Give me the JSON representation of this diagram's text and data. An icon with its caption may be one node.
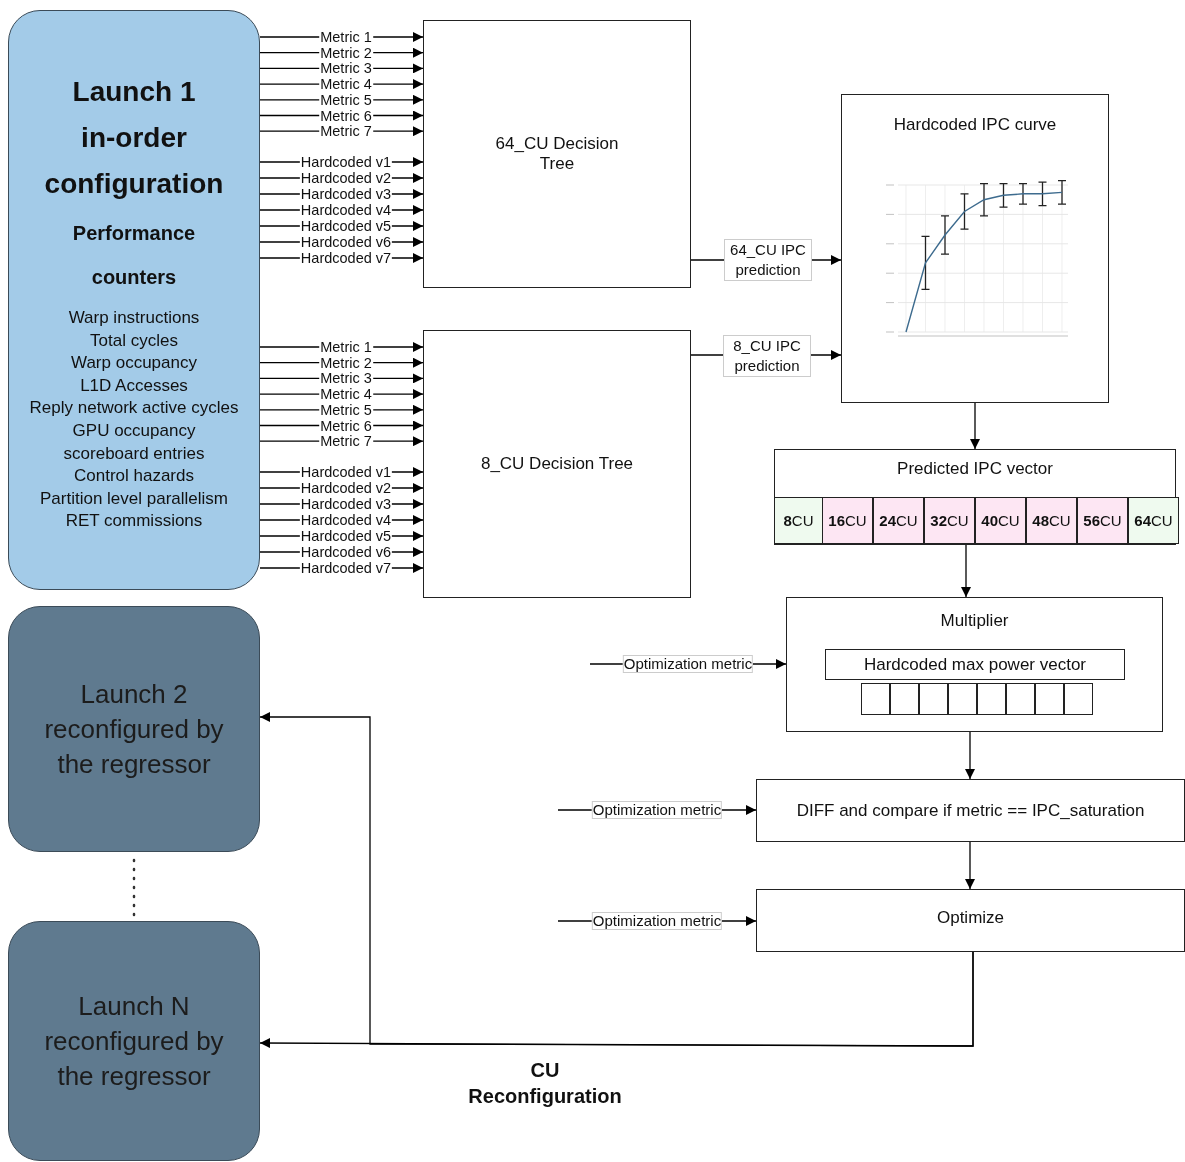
{
  "diagram": {
    "nodes": [
      {
        "text": [
          "Launch 1 in-order configuration",
          "Performance counters",
          "Warp instructions",
          "Total cycles",
          "Warp occupancy",
          "L1D Accesses",
          "Reply network active cycles",
          "GPU occupancy",
          "scoreboard entries",
          "Control hazards",
          "Partition level parallelism",
          "RET commissions"
        ]
      },
      {
        "text": [
          "Launch 2 reconfigured by the regressor"
        ]
      },
      {
        "text": [
          "Launch N reconfigured by the regressor"
        ]
      },
      {
        "text": [
          "64_CU Decision Tree"
        ]
      },
      {
        "text": [
          "8_CU Decision Tree"
        ]
      },
      {
        "text": [
          "Hardcoded IPC curve"
        ]
      },
      {
        "text": [],
        "shape": "picture",
        "in": 5
      },
      {
        "text": [
          "Predicted IPC vector"
        ]
      },
      {
        "text": [
          "**8**CU"
        ],
        "in": 7
      },
      {
        "text": [
          "**16**CU"
        ],
        "in": 7
      },
      {
        "text": [
          "**24**CU"
        ],
        "in": 7
      },
      {
        "text": [
          "**32**CU"
        ],
        "in": 7
      },
      {
        "text": [
          "**40**CU"
        ],
        "in": 7
      },
      {
        "text": [
          "**48**CU"
        ],
        "in": 7
      },
      {
        "text": [
          "**56**CU"
        ],
        "in": 7
      },
      {
        "text": [
          "**64**CU"
        ],
        "in": 7
      },
      {
        "text": [
          "Multiplier"
        ]
      },
      {
        "text": [
          "Hardcoded max power vector"
        ],
        "in": 16
      },
      {
        "text": [],
        "shape": "box",
        "in": 16
      },
      {
        "text": [],
        "shape": "box",
        "in": 16
      },
      {
        "text": [],
        "shape": "box",
        "in": 16
      },
      {
        "text": [],
        "shape": "box",
        "in": 16
      },
      {
        "text": [],
        "shape": "box",
        "in": 16
      },
      {
        "text": [],
        "shape": "box",
        "in": 16
      },
      {
        "text": [],
        "shape": "box",
        "in": 16
      },
      {
        "text": [],
        "shape": "box",
        "in": 16
      },
      {
        "text": [
          "DIFF and compare if metric == IPC_saturation"
        ]
      },
      {
        "text": [
          "Optimize"
        ]
      }
    ],
    "edges": [
      {
        "from": 0,
        "to": 3,
        "arrow": "to",
        "label": "Metric 1"
      },
      {
        "from": 0,
        "to": 3,
        "arrow": "to",
        "label": "Metric 2"
      },
      {
        "from": 0,
        "to": 3,
        "arrow": "to",
        "label": "Metric 3"
      },
      {
        "from": 0,
        "to": 3,
        "arrow": "to",
        "label": "Metric 4"
      },
      {
        "from": 0,
        "to": 3,
        "arrow": "to",
        "label": "Metric 5"
      },
      {
        "from": 0,
        "to": 3,
        "arrow": "to",
        "label": "Metric 6"
      },
      {
        "from": 0,
        "to": 3,
        "arrow": "to",
        "label": "Metric 7"
      },
      {
        "from": 0,
        "to": 3,
        "arrow": "to",
        "label": "Hardcoded v1"
      },
      {
        "from": 0,
        "to": 3,
        "arrow": "to",
        "label": "Hardcoded v2"
      },
      {
        "from": 0,
        "to": 3,
        "arrow": "to",
        "label": "Hardcoded v3"
      },
      {
        "from": 0,
        "to": 3,
        "arrow": "to",
        "label": "Hardcoded v4"
      },
      {
        "from": 0,
        "to": 3,
        "arrow": "to",
        "label": "Hardcoded v5"
      },
      {
        "from": 0,
        "to": 3,
        "arrow": "to",
        "label": "Hardcoded v6"
      },
      {
        "from": 0,
        "to": 3,
        "arrow": "to",
        "label": "Hardcoded v7"
      },
      {
        "from": 0,
        "to": 4,
        "arrow": "to",
        "label": "Metric 1"
      },
      {
        "from": 0,
        "to": 4,
        "arrow": "to",
        "label": "Metric 2"
      },
      {
        "from": 0,
        "to": 4,
        "arrow": "to",
        "label": "Metric 3"
      },
      {
        "from": 0,
        "to": 4,
        "arrow": "to",
        "label": "Metric 4"
      },
      {
        "from": 0,
        "to": 4,
        "arrow": "to",
        "label": "Metric 5"
      },
      {
        "from": 0,
        "to": 4,
        "arrow": "to",
        "label": "Metric 6"
      },
      {
        "from": 0,
        "to": 4,
        "arrow": "to",
        "label": "Metric 7"
      },
      {
        "from": 0,
        "to": 4,
        "arrow": "to",
        "label": "Hardcoded v1"
      },
      {
        "from": 0,
        "to": 4,
        "arrow": "to",
        "label": "Hardcoded v2"
      },
      {
        "from": 0,
        "to": 4,
        "arrow": "to",
        "label": "Hardcoded v3"
      },
      {
        "from": 0,
        "to": 4,
        "arrow": "to",
        "label": "Hardcoded v4"
      },
      {
        "from": 0,
        "to": 4,
        "arrow": "to",
        "label": "Hardcoded v5"
      },
      {
        "from": 0,
        "to": 4,
        "arrow": "to",
        "label": "Hardcoded v6"
      },
      {
        "from": 0,
        "to": 4,
        "arrow": "to",
        "label": "Hardcoded v7"
      },
      {
        "from": 3,
        "to": 5,
        "arrow": "to",
        "label": "64_CU IPC prediction"
      },
      {
        "from": 4,
        "to": 5,
        "arrow": "to",
        "label": "8_CU IPC prediction"
      },
      {
        "from": 5,
        "to": 7,
        "arrow": "to"
      },
      {
        "from": 7,
        "to": 16,
        "arrow": "to"
      },
      {
        "from": null,
        "to": 16,
        "arrow": "to",
        "label": "Optimization metric"
      },
      {
        "from": 16,
        "to": 26,
        "arrow": "to"
      },
      {
        "from": null,
        "to": 26,
        "arrow": "to",
        "label": "Optimization metric"
      },
      {
        "from": 26,
        "to": 27,
        "arrow": "to"
      },
      {
        "from": null,
        "to": 27,
        "arrow": "to",
        "label": "Optimization metric"
      },
      {
        "from": 27,
        "to": 2,
        "arrow": "to",
        "label": "CU Reconfiguration"
      },
      {
        "from": 27,
        "to": 1,
        "arrow": "to"
      }
    ]
  }
}
